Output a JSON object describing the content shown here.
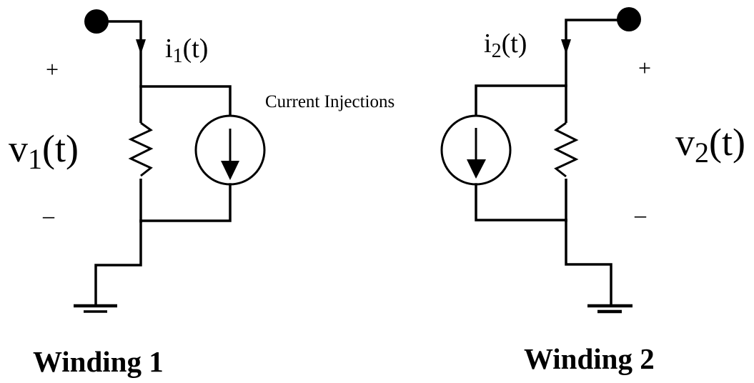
{
  "diagram": {
    "annotation": "Current Injections",
    "windings": [
      {
        "title": "Winding 1",
        "current_label": {
          "base": "i",
          "sub": "1",
          "arg": "(t)"
        },
        "voltage_label": {
          "base": "v",
          "sub": "1",
          "arg": "(t)"
        },
        "plus_sign": "+",
        "minus_sign": "–"
      },
      {
        "title": "Winding 2",
        "current_label": {
          "base": "i",
          "sub": "2",
          "arg": "(t)"
        },
        "voltage_label": {
          "base": "v",
          "sub": "2",
          "arg": "(t)"
        },
        "plus_sign": "+",
        "minus_sign": "–"
      }
    ],
    "components": [
      "terminal",
      "current-arrow",
      "resistor",
      "current-source",
      "ground"
    ]
  }
}
